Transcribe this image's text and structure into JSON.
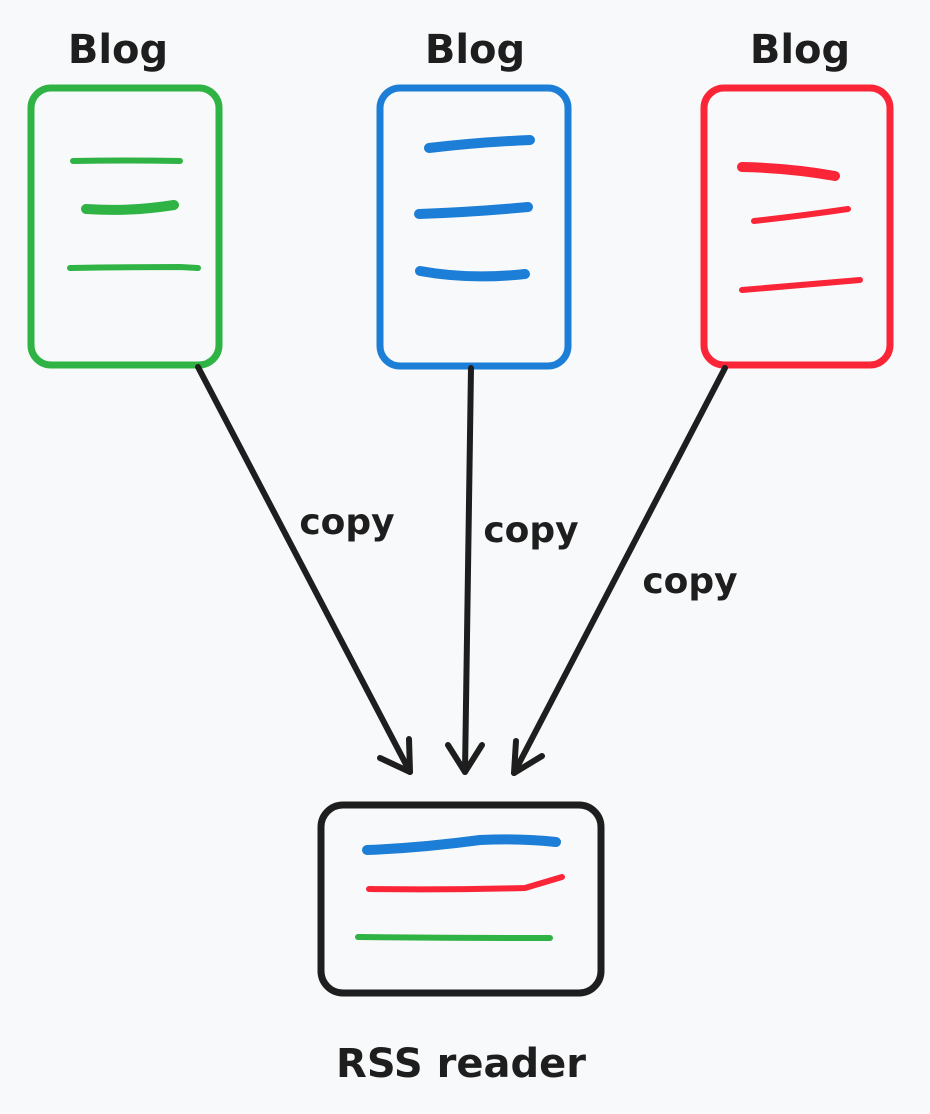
{
  "blogs": [
    {
      "title": "Blog",
      "color": "#2fb344"
    },
    {
      "title": "Blog",
      "color": "#1c7ed6"
    },
    {
      "title": "Blog",
      "color": "#fa2537"
    }
  ],
  "edges": [
    {
      "label": "copy"
    },
    {
      "label": "copy"
    },
    {
      "label": "copy"
    }
  ],
  "reader": {
    "title": "RSS reader",
    "lines": [
      {
        "color": "#1c7ed6"
      },
      {
        "color": "#fa2537"
      },
      {
        "color": "#2fb344"
      }
    ]
  },
  "colors": {
    "background": "#f8f9fa",
    "ink": "#1e1e1e"
  }
}
